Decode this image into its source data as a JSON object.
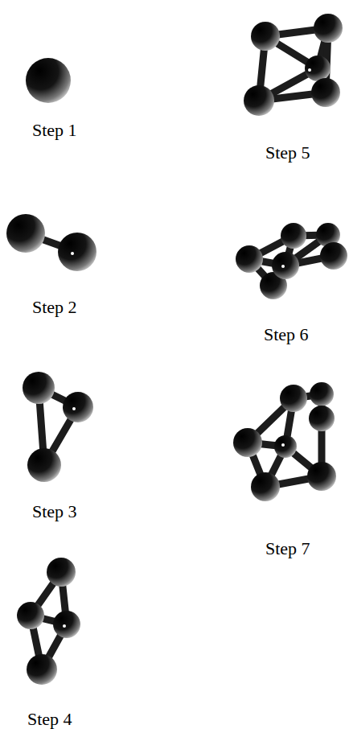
{
  "diagram": {
    "labels": [
      "Step 1",
      "Step 2",
      "Step 3",
      "Step 4",
      "Step 5",
      "Step 6",
      "Step 7"
    ]
  }
}
